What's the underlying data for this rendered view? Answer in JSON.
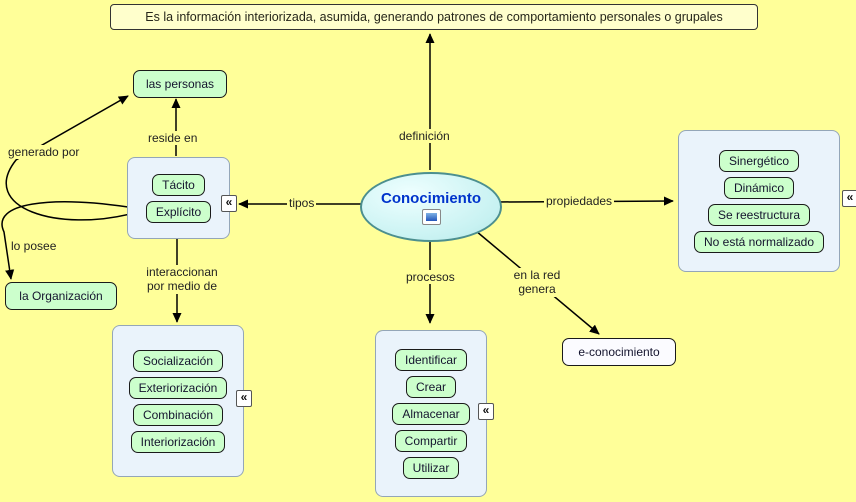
{
  "definition_text": "Es la información interiorizada, asumida, generando patrones de comportamiento personales o grupales",
  "center_label": "Conocimiento",
  "chevron_glyph": "«",
  "concepts": {
    "las_personas": "las personas",
    "la_organizacion": "la Organización",
    "e_conocimiento": "e-conocimiento"
  },
  "tipos_group": {
    "items": [
      "Tácito",
      "Explícito"
    ]
  },
  "propiedades_group": {
    "items": [
      "Sinergético",
      "Dinámico",
      "Se reestructura",
      "No está normalizado"
    ]
  },
  "interaccion_group": {
    "items": [
      "Socialización",
      "Exteriorización",
      "Combinación",
      "Interiorización"
    ]
  },
  "procesos_group": {
    "items": [
      "Identificar",
      "Crear",
      "Almacenar",
      "Compartir",
      "Utilizar"
    ]
  },
  "labels": {
    "definicion": "definición",
    "tipos": "tipos",
    "propiedades": "propiedades",
    "procesos": "procesos",
    "reside_en": "reside en",
    "generado_por": "generado por",
    "lo_posee": "lo posee",
    "interaccionan": "interaccionan por medio de",
    "en_la_red_genera": "en la red genera"
  },
  "colors": {
    "background": "#ffff99",
    "concept_fill": "#ccffcc",
    "group_fill": "#eaf3fb",
    "definition_fill": "#ffffcc",
    "center_fill": "#ccf5f5",
    "center_text": "#0033cc"
  }
}
